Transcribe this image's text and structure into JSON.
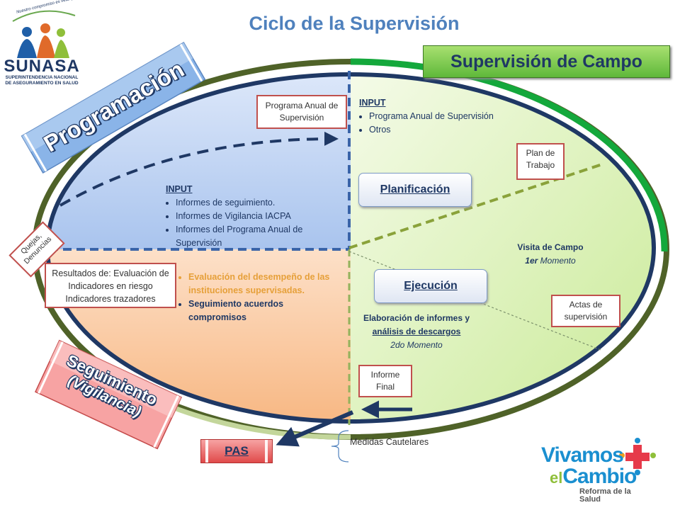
{
  "title": "Ciclo de la Supervisión",
  "supervision_campo": "Supervisión de Campo",
  "programacion": "Programación",
  "seguimiento": {
    "line1": "Seguimiento",
    "line2": "(Vigilancia)"
  },
  "logo_sunasa": {
    "slogan": "Nuestro compromiso es velar por tu Salud",
    "name": "SUNASA",
    "line1": "SUPERINTENDENCIA NACIONAL",
    "line2": "DE ASEGURAMIENTO EN SALUD"
  },
  "logo_vivamos": {
    "line1": "Vivamos",
    "line2a": "el",
    "line2b": "Cambio",
    "tagline": "Reforma de la Salud"
  },
  "callouts": {
    "programa_anual": "Programa Anual de Supervisión",
    "plan_trabajo": "Plan de Trabajo",
    "quejas": "Quejas, Denuncias",
    "resultados": "Resultados de: Evaluación de Indicadores en riesgo Indicadores trazadores",
    "actas": "Actas de supervisión",
    "informe_final": "Informe Final"
  },
  "input_top": {
    "header": "INPUT",
    "items": [
      "Programa Anual de Supervisión",
      "Otros"
    ]
  },
  "input_left": {
    "header": "INPUT",
    "items": [
      "Informes de seguimiento.",
      "Informes de Vigilancia IACPA",
      "Informes del Programa  Anual de Supervisión"
    ]
  },
  "buttons": {
    "planificacion": "Planificación",
    "ejecucion": "Ejecución",
    "pas": "PAS"
  },
  "visita": {
    "line1": "Visita de Campo",
    "line2a": "1er",
    "line2b": "Momento"
  },
  "elaboracion": {
    "line1": "Elaboración de informes y",
    "line2": "análisis de descargos",
    "line3": "2do Momento"
  },
  "evaluacion": {
    "item1": "Evaluación del desempeño de las instituciones supervisadas.",
    "item2": "Seguimiento acuerdos compromisos"
  },
  "medidas": "Medidas Cautelares",
  "colors": {
    "blue_quadrant": "#c6d8f3",
    "orange_quadrant": "#fac8a0",
    "green_half": "#d9f0b8",
    "ring_dark": "#1f3864",
    "ring_green": "#4f6228",
    "accent_red": "#c0504d"
  }
}
